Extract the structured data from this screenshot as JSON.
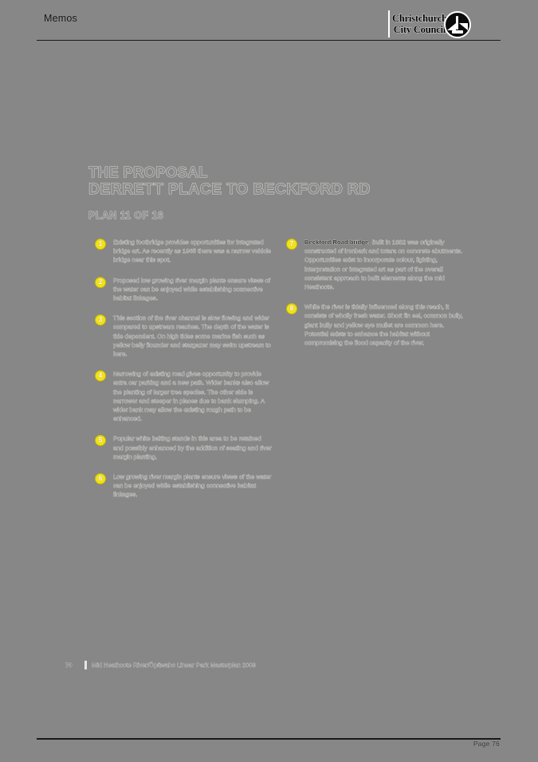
{
  "header": {
    "title": "Memos",
    "logo": {
      "line1": "Christchurch",
      "line2": "City Council",
      "emblem_icon": "council-crest-icon"
    }
  },
  "document": {
    "title_line1": "THE PROPOSAL",
    "title_line2": "DERRETT PLACE TO BECKFORD RD",
    "plan_label": "PLAN 11 OF 16",
    "notes_left": [
      {
        "number": "1",
        "text": "Existing footbridge provides opportunities for integrated bridge art. As recently as 1965 there was a narrow vehicle bridge near this spot."
      },
      {
        "number": "2",
        "text": "Proposed low growing river margin plants ensure views of the water can be enjoyed while establishing connective habitat linkages."
      },
      {
        "number": "3",
        "text": "This section of the river channel is slow flowing and wider compared to upstream reaches. The depth of the water is tide dependent. On high tides some marine fish such as yellow belly flounder and stargazer may swim upstream to here."
      },
      {
        "number": "4",
        "text": "Narrowing of existing road gives opportunity to provide extra car parking and a new path. Wider banks also allow the planting of larger tree species. The other side is narrower and steeper in places due to bank slumping. A wider bank may allow the existing rough path to be enhanced."
      },
      {
        "number": "5",
        "text": "Popular white baiting stands in this area to be retained and possibly enhanced by the addition of seating and river margin planting."
      },
      {
        "number": "6",
        "text": "Low growing river margin plants ensure views of the water can be enjoyed while establishing connective habitat linkages."
      }
    ],
    "notes_right": [
      {
        "number": "7",
        "lead": "Beckford Road bridge.",
        "text": " Built in 1882 was originally constructed of ironbark and totara on concrete abutments. Opportunities exist to incorporate colour, lighting, interpretation or integrated art as part of the overall consistent approach to built elements along the mid Heathcote."
      },
      {
        "number": "8",
        "lead": "",
        "text": "While the river is tidally influenced along this reach, it consists of wholly fresh water. Short fin eel, common bully, giant bully and yellow eye mullet are common here. Potential exists to enhance the habitat without compromising the flood capacity of the river."
      }
    ],
    "footer": {
      "page_label": "70",
      "caption": "Mid Heathcote River/Ōpāwaho Linear Park Masterplan 2009"
    }
  },
  "viewer": {
    "page_number": "Page 76"
  },
  "colors": {
    "background": "#878787",
    "marker": "#f2e21a",
    "rule": "#1a1a1a",
    "text_ghost": "#8a8a8a"
  }
}
